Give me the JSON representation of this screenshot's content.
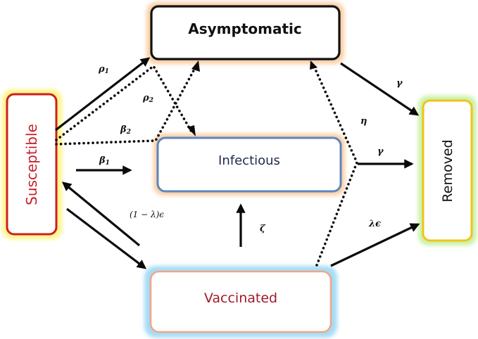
{
  "diagram": {
    "title": "Compartmental epidemic model with vaccination",
    "nodes": {
      "susceptible": {
        "label": "Susceptible",
        "border": "#cc1f1f",
        "halo": "#fff48a",
        "text": "#c8202a"
      },
      "asymptomatic": {
        "label": "Asymptomatic",
        "border": "#111111",
        "halo": "#f9cfa4",
        "text": "#111111"
      },
      "infectious": {
        "label": "Infectious",
        "border": "#5b86c0",
        "halo": "#f9cfa4",
        "text": "#1d2a4a"
      },
      "vaccinated": {
        "label": "Vaccinated",
        "border": "#f0a58a",
        "halo": "#a6dcf5",
        "text": "#a01a2a"
      },
      "removed": {
        "label": "Removed",
        "border": "#f2c21a",
        "halo": "#c9f2a6",
        "text": "#111111"
      }
    },
    "edges": [
      {
        "from": "susceptible",
        "to": "asymptomatic",
        "style": "solid",
        "label": "ρ₁"
      },
      {
        "from": "susceptible",
        "to": "infectious",
        "style": "dotted",
        "via": "asymptomatic",
        "label": "ρ₂"
      },
      {
        "from": "susceptible",
        "to": "asymptomatic",
        "style": "dotted",
        "via": "infectious",
        "label": "β₂"
      },
      {
        "from": "susceptible",
        "to": "infectious",
        "style": "solid",
        "label": "β₁"
      },
      {
        "from": "susceptible",
        "to": "vaccinated",
        "style": "solid",
        "label": ""
      },
      {
        "from": "vaccinated",
        "to": "susceptible",
        "style": "solid",
        "label": "(1 − λ)ϵ"
      },
      {
        "from": "vaccinated",
        "to": "infectious",
        "style": "solid",
        "label": "ζ"
      },
      {
        "from": "asymptomatic",
        "to": "removed",
        "style": "solid",
        "label": "γ"
      },
      {
        "from": "infectious",
        "to": "removed",
        "style": "solid",
        "label": "γ"
      },
      {
        "from": "vaccinated",
        "to": "asymptomatic",
        "style": "dotted",
        "label": "η"
      },
      {
        "from": "vaccinated",
        "to": "removed",
        "style": "solid",
        "label": "λϵ"
      }
    ],
    "labels": {
      "rho1": "ρ",
      "rho1_sub": "1",
      "rho2": "ρ",
      "rho2_sub": "2",
      "beta2": "β",
      "beta2_sub": "2",
      "beta1": "β",
      "beta1_sub": "1",
      "one_minus_lambda_eps": "(1 − λ)ϵ",
      "zeta": "ζ",
      "gamma_top": "γ",
      "gamma_mid": "γ",
      "eta": "η",
      "lambda_eps": "λϵ"
    }
  }
}
